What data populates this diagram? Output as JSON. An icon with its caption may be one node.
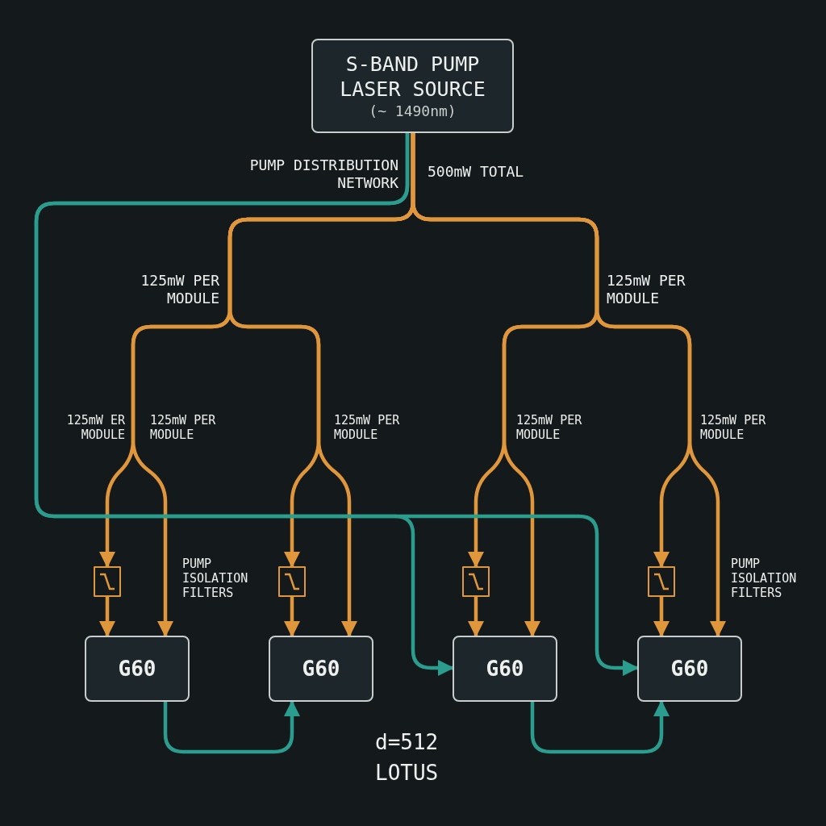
{
  "diagram": {
    "nodes": [
      {
        "text": [
          "S-BAND PUMP LASER SOURCE",
          "(~ 1490nm)"
        ]
      },
      {
        "text": [
          "G60"
        ]
      },
      {
        "text": [
          "G60"
        ]
      },
      {
        "text": [
          "G60"
        ]
      },
      {
        "text": [
          "G60"
        ]
      },
      {
        "text": [],
        "shape": "box"
      },
      {
        "text": [],
        "shape": "box"
      },
      {
        "text": [],
        "shape": "box"
      },
      {
        "text": [],
        "shape": "box"
      }
    ],
    "edges": [
      {
        "from": 0,
        "to": 5,
        "arrow": "to"
      },
      {
        "from": 0,
        "to": 6,
        "arrow": "to"
      },
      {
        "from": 0,
        "to": 7,
        "arrow": "to"
      },
      {
        "from": 0,
        "to": 8,
        "arrow": "to"
      },
      {
        "from": 0,
        "to": 1,
        "arrow": "to"
      },
      {
        "from": 0,
        "to": 2,
        "arrow": "to"
      },
      {
        "from": 0,
        "to": 3,
        "arrow": "to"
      },
      {
        "from": 0,
        "to": 4,
        "arrow": "to"
      },
      {
        "from": 5,
        "to": 1,
        "arrow": "to"
      },
      {
        "from": 6,
        "to": 2,
        "arrow": "to"
      },
      {
        "from": 7,
        "to": 3,
        "arrow": "to"
      },
      {
        "from": 8,
        "to": 4,
        "arrow": "to"
      },
      {
        "from": 0,
        "to": 3,
        "arrow": "to",
        "color": "#2a9d8f"
      },
      {
        "from": 0,
        "to": 4,
        "arrow": "to",
        "color": "#2a9d8f"
      },
      {
        "from": 1,
        "to": 2,
        "arrow": "to",
        "color": "#2a9d8f"
      },
      {
        "from": 3,
        "to": 4,
        "arrow": "to",
        "color": "#2a9d8f"
      }
    ],
    "labels": [
      "PUMP DISTRIBUTION NETWORK",
      "500mW TOTAL",
      "125mW PER MODULE",
      "125mW PER MODULE",
      "125mW ER MODULE",
      "125mW PER MODULE",
      "125mW PER MODULE",
      "125mW PER MODULE",
      "125mW PER MODULE",
      "PUMP ISOLATION FILTERS",
      "PUMP ISOLATION FILTERS",
      "d=512 LOTUS"
    ]
  }
}
